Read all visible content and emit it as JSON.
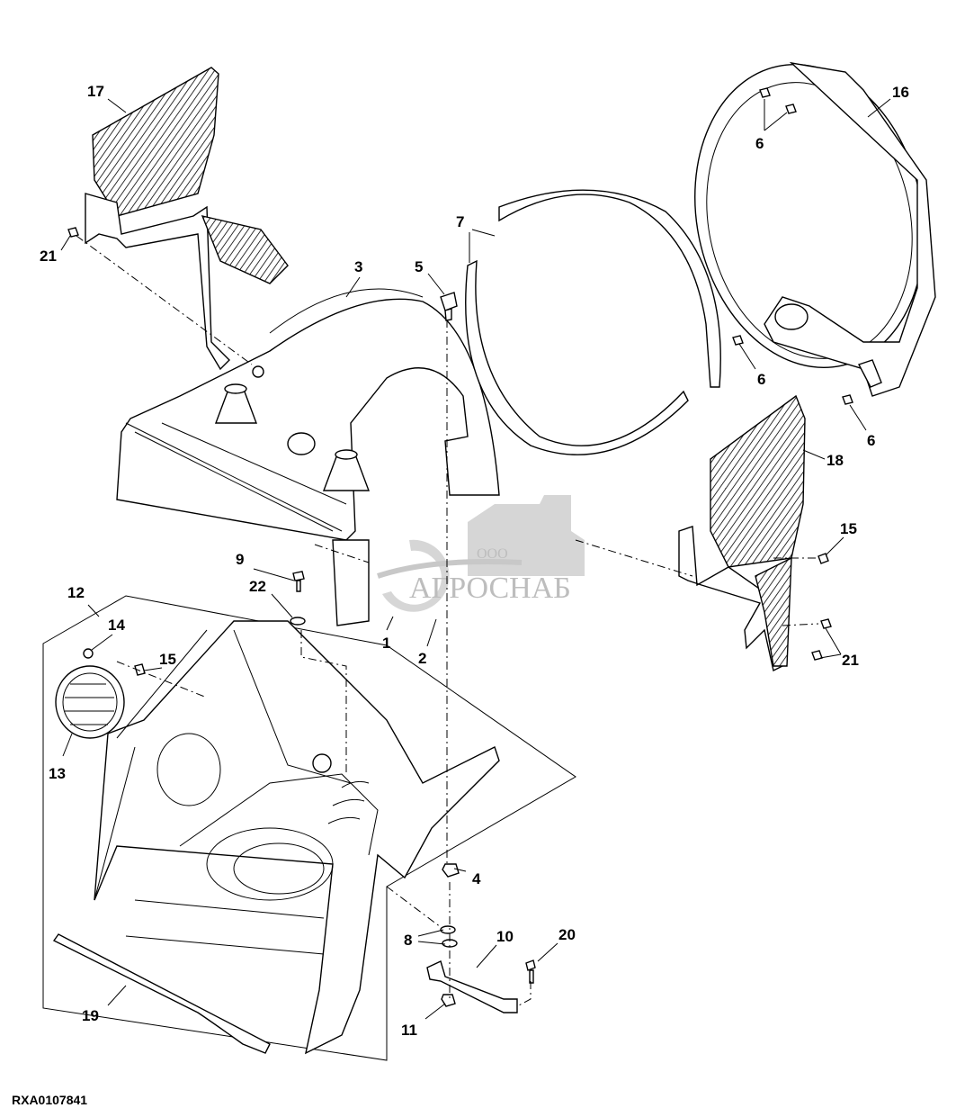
{
  "diagram": {
    "code": "RXA0107841",
    "watermark": {
      "prefix": "ООО",
      "name": "АГРОСНАБ"
    },
    "callouts": {
      "c1": "1",
      "c2": "2",
      "c3": "3",
      "c4": "4",
      "c5": "5",
      "c6a": "6",
      "c6b": "6",
      "c6c": "6",
      "c7": "7",
      "c8": "8",
      "c9": "9",
      "c10": "10",
      "c11": "11",
      "c12": "12",
      "c13": "13",
      "c14": "14",
      "c15a": "15",
      "c15b": "15",
      "c16": "16",
      "c17": "17",
      "c18": "18",
      "c19": "19",
      "c20": "20",
      "c21a": "21",
      "c21b": "21",
      "c22": "22"
    }
  }
}
